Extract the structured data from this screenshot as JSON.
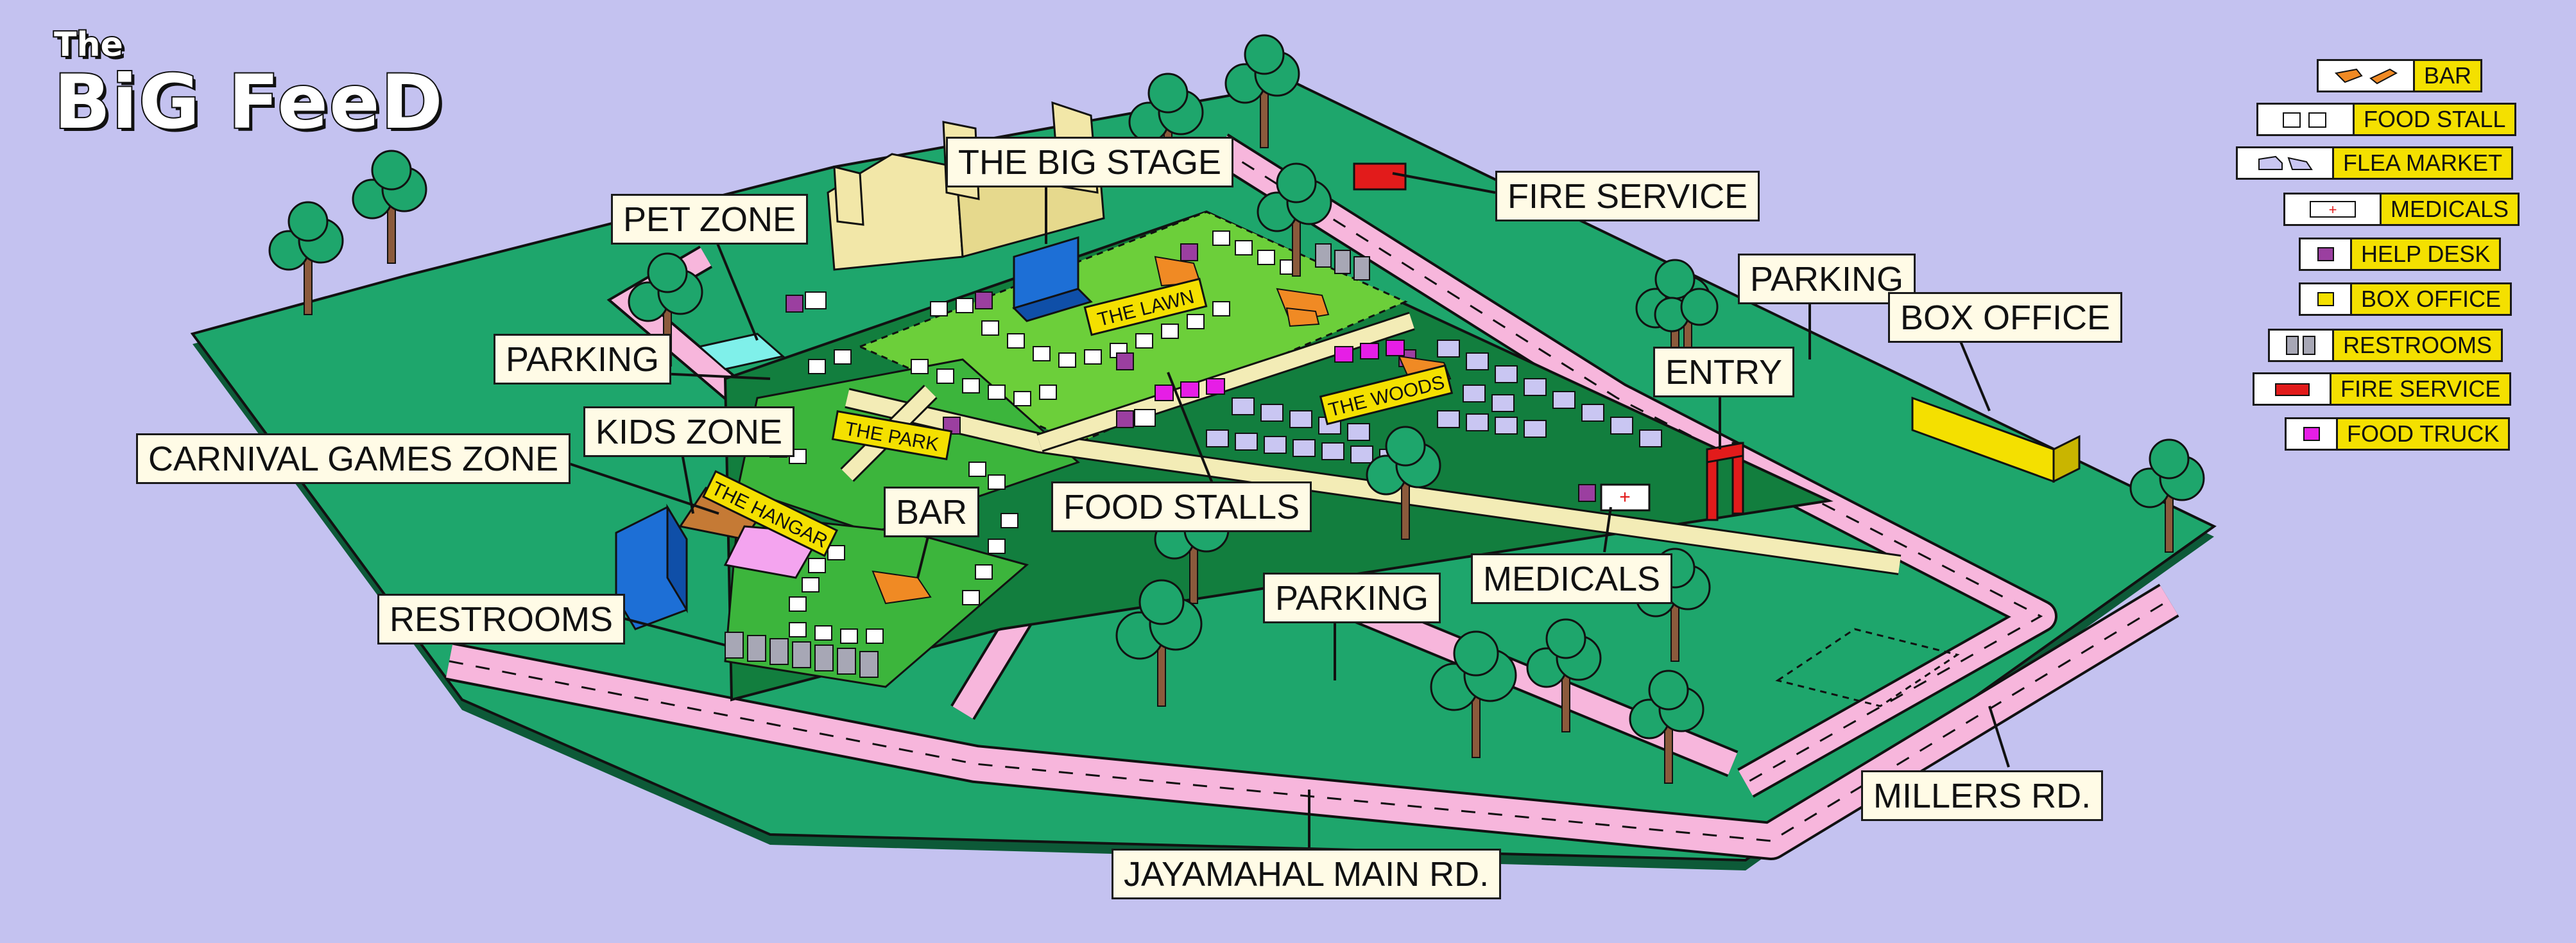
{
  "logo": {
    "line1": "The",
    "line2": "BiG FeeD"
  },
  "zones": {
    "the_lawn": "THE LAWN",
    "the_woods": "THE WOODS",
    "the_park": "THE PARK",
    "the_hangar": "THE HANGAR"
  },
  "callouts": {
    "big_stage": "THE BIG STAGE",
    "fire_service": "FIRE SERVICE",
    "pet_zone": "PET ZONE",
    "parking_north": "PARKING",
    "box_office": "BOX OFFICE",
    "parking_west": "PARKING",
    "entry": "ENTRY",
    "kids_zone": "KIDS ZONE",
    "carnival_games": "CARNIVAL GAMES ZONE",
    "bar": "BAR",
    "food_stalls": "FOOD STALLS",
    "medicals": "MEDICALS",
    "parking_south": "PARKING",
    "restrooms": "RESTROOMS",
    "millers_rd": "MILLERS RD.",
    "jayamahal_rd": "JAYAMAHAL MAIN RD."
  },
  "legend": [
    {
      "label": "BAR",
      "icon": "bar-icon",
      "color": "#f08a24"
    },
    {
      "label": "FOOD STALL",
      "icon": "food-stall-icon",
      "color": "#ffffff"
    },
    {
      "label": "FLEA MARKET",
      "icon": "flea-market-icon",
      "color": "#c9c6f2"
    },
    {
      "label": "MEDICALS",
      "icon": "medicals-icon",
      "color": "#ffffff"
    },
    {
      "label": "HELP DESK",
      "icon": "help-desk-icon",
      "color": "#9b3fa0"
    },
    {
      "label": "BOX OFFICE",
      "icon": "box-office-icon",
      "color": "#f4e000"
    },
    {
      "label": "RESTROOMS",
      "icon": "restrooms-icon",
      "color": "#a7a7b5"
    },
    {
      "label": "FIRE SERVICE",
      "icon": "fire-service-icon",
      "color": "#e21b1b"
    },
    {
      "label": "FOOD TRUCK",
      "icon": "food-truck-icon",
      "color": "#e61ee6"
    }
  ],
  "colors": {
    "background": "#c4c2f0",
    "grass": "#1ea66c",
    "lawn": "#3cb53c",
    "park": "#6ccf3a",
    "road": "#f7b6dc",
    "path": "#f3ecb6",
    "stage": "#1d6fd6",
    "label_yellow": "#f4e000"
  }
}
